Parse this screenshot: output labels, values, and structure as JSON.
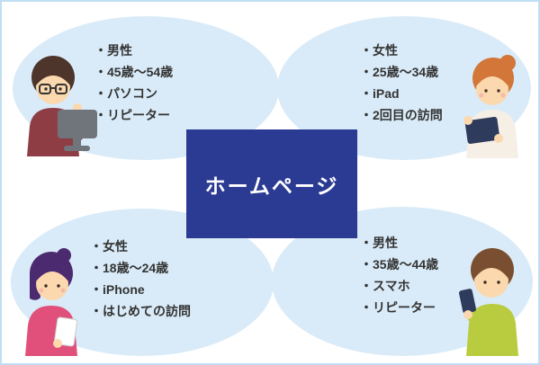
{
  "colors": {
    "bubble": "#d9ebf8",
    "center_bg": "#2b3a92",
    "center_text": "#ffffff",
    "attribute_text": "#333333",
    "canvas_border": "#bfdef2"
  },
  "center": {
    "label": "ホームページ"
  },
  "personas": [
    {
      "position": "top-left",
      "character": "man-with-desktop-computer-illustration",
      "items": [
        "・男性",
        "・45歳〜54歳",
        "・パソコン",
        "・リピーター"
      ]
    },
    {
      "position": "top-right",
      "character": "woman-with-tablet-illustration",
      "items": [
        "・女性",
        "・25歳〜34歳",
        "・iPad",
        "・2回目の訪問"
      ]
    },
    {
      "position": "bottom-left",
      "character": "woman-with-white-smartphone-illustration",
      "items": [
        "・女性",
        "・18歳〜24歳",
        "・iPhone",
        "・はじめての訪問"
      ]
    },
    {
      "position": "bottom-right",
      "character": "man-with-smartphone-illustration",
      "items": [
        "・男性",
        "・35歳〜44歳",
        "・スマホ",
        "・リピーター"
      ]
    }
  ]
}
